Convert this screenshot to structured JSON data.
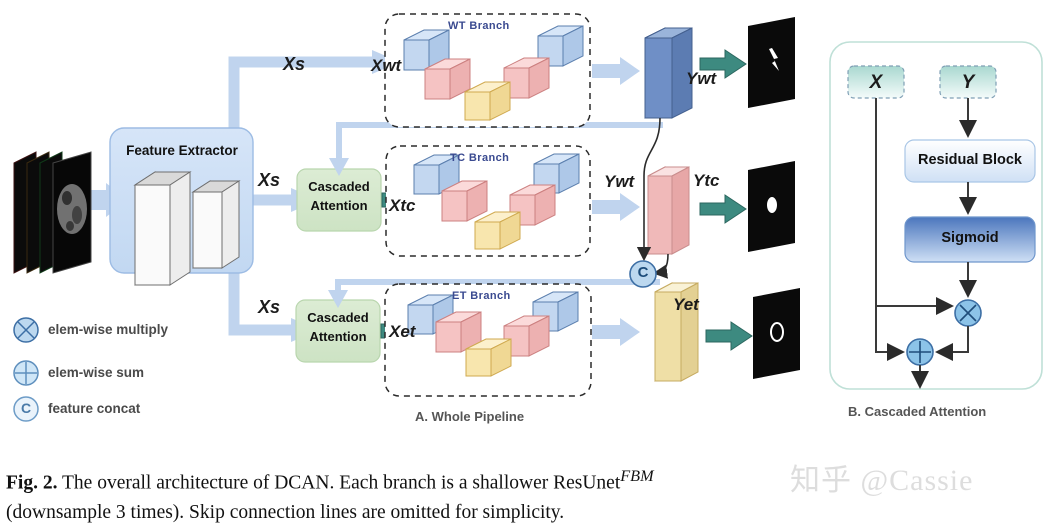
{
  "figure": {
    "caption_prefix": "Fig. 2.",
    "caption_line1": "The overall architecture of DCAN. Each branch is a shallower ResUnet",
    "caption_sup": "FBM",
    "caption_line2": "(downsample 3 times). Skip connection lines are omitted for simplicity.",
    "watermark": "知乎 @Cassie"
  },
  "panels": {
    "a_label": "A. Whole Pipeline",
    "b_label": "B. Cascaded Attention"
  },
  "pipeline": {
    "input_name": "mri-slice-stack",
    "feature_extractor": "Feature Extractor",
    "skip_labels": {
      "s1": "Xs",
      "s2": "Xs",
      "s3": "Xs"
    },
    "attention_block_1": "Cascaded\nAttention",
    "attention_block_2": "Cascaded\nAttention",
    "attention_label_line1": "Cascaded",
    "attention_label_line2": "Attention",
    "branches": [
      {
        "title": "WT  Branch",
        "input_label": "Xwt",
        "output_label": "Ywt",
        "slab_color": "#6f8fc6",
        "mask_name": "wt-segmentation-mask"
      },
      {
        "title": "TC  Branch",
        "input_label": "Xtc",
        "output_label": "Ytc",
        "slab_color": "#f0b9b9",
        "mask_name": "tc-segmentation-mask"
      },
      {
        "title": "ET  Branch",
        "input_label": "Xet",
        "output_label": "Yet",
        "slab_color": "#efdfa6",
        "mask_name": "et-segmentation-mask"
      }
    ],
    "concat_node": "C",
    "concat_feed_label": "Ywt"
  },
  "legend": [
    {
      "symbol": "multiply",
      "glyph": "⊗",
      "text": "elem-wise multiply"
    },
    {
      "symbol": "sum",
      "glyph": "⊕",
      "text": "elem-wise sum"
    },
    {
      "symbol": "concat",
      "glyph": "C",
      "text": "feature concat"
    }
  ],
  "cascaded_attention": {
    "input_x": "X",
    "input_y": "Y",
    "residual_block": "Residual Block",
    "sigmoid": "Sigmoid",
    "multiply_glyph": "⊗",
    "sum_glyph": "⊕"
  },
  "colors": {
    "pale_blue_panel": "#cfe0f5",
    "green_block": "#d4e8cd",
    "teal_arrow": "#3d8a80",
    "flow_blue": "#c0d4ee",
    "branch_title": "#3a4a90",
    "cube_blue": "#c3d7f0",
    "cube_red": "#f5c3c3",
    "cube_yellow": "#f8e6ae",
    "node_blue": "#a9cbe8"
  }
}
